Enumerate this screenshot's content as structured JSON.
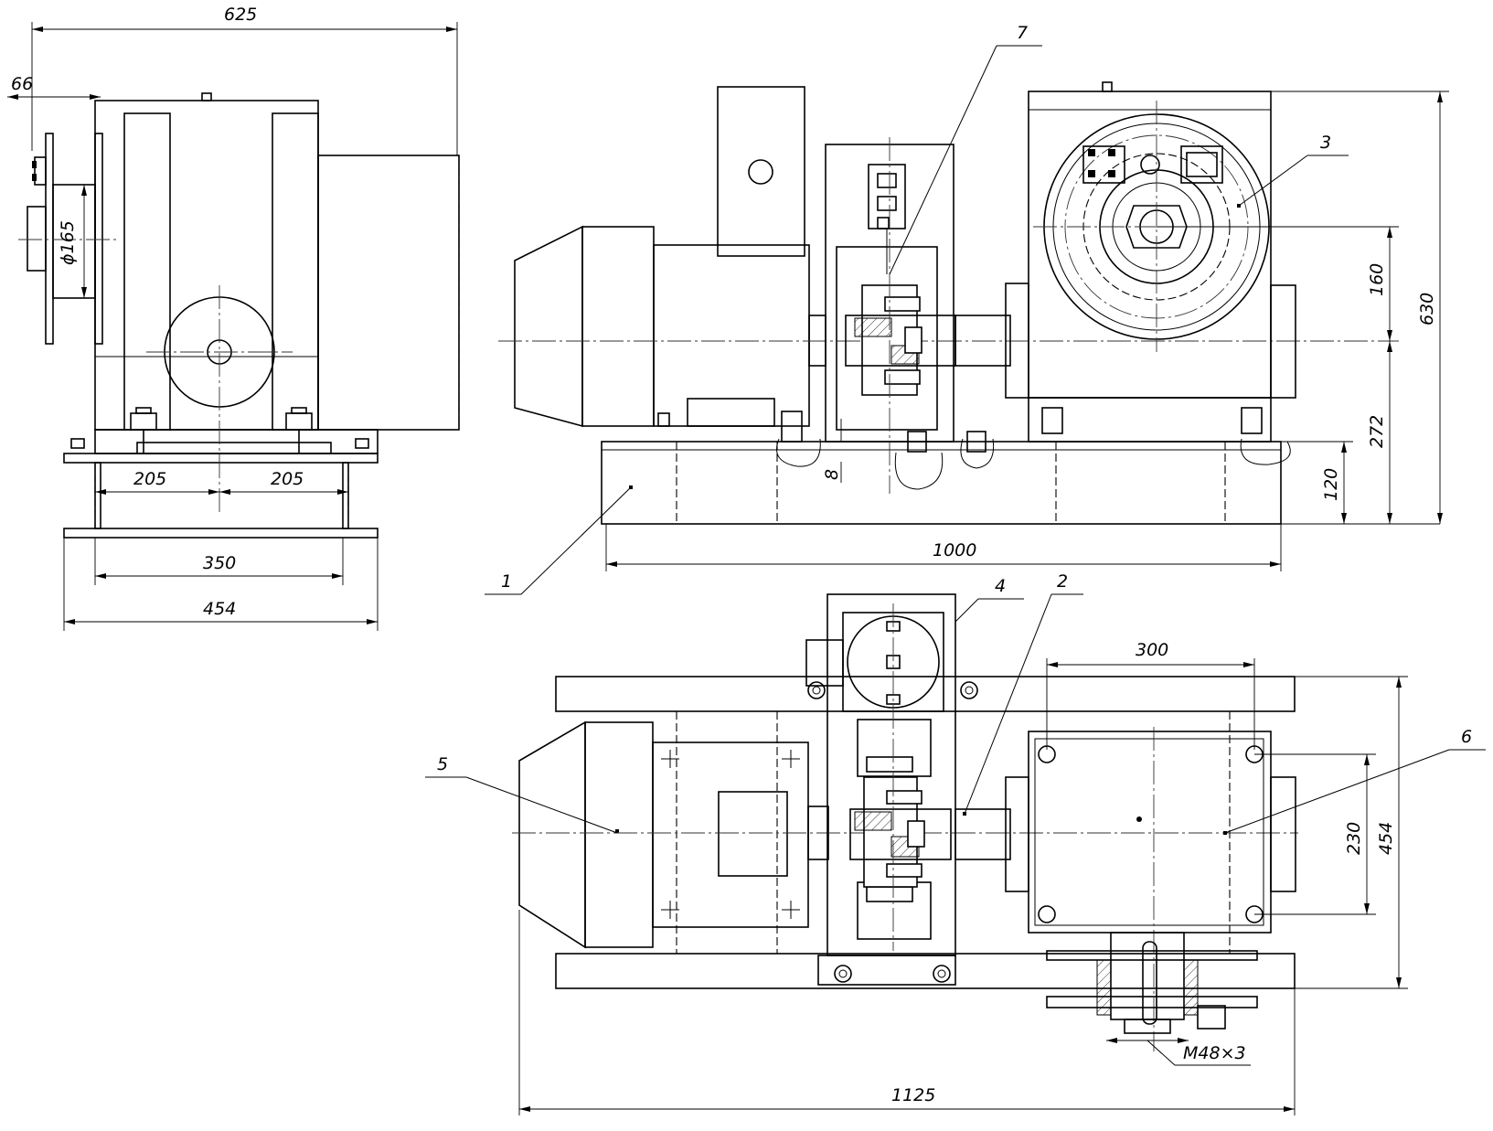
{
  "dimensions": {
    "d625": "625",
    "d66": "66",
    "d165": "ϕ165",
    "d205a": "205",
    "d205b": "205",
    "d350": "350",
    "d454a": "454",
    "d1000": "1000",
    "d8": "8",
    "d120": "120",
    "d272": "272",
    "d160": "160",
    "d630": "630",
    "d300": "300",
    "d230": "230",
    "d454b": "454",
    "d1125": "1125",
    "thread": "M48×3"
  },
  "callouts": {
    "c1": "1",
    "c2": "2",
    "c3": "3",
    "c4": "4",
    "c5": "5",
    "c6": "6",
    "c7": "7"
  },
  "colors": {
    "line": "#000000",
    "paper": "#ffffff"
  }
}
